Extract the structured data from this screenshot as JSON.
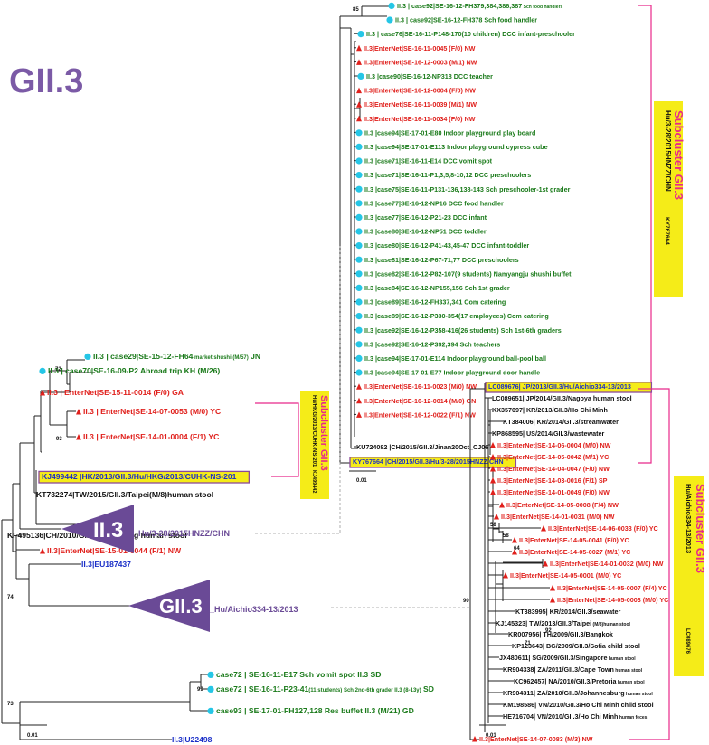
{
  "title": "GII.3",
  "colors": {
    "title": "#7b5aa6",
    "outbreak": "#1a7a1a",
    "enternet": "#e0201c",
    "reference": "#111111",
    "highlight_box": "#f5ec18",
    "box_border": "#8a4a9a",
    "subcluster": "#e8288a",
    "cyan_dot": "#25c6e6",
    "red_triangle": "#e0201c",
    "blue_ref": "#1a2fc8",
    "collapsed": "#6a4a96"
  },
  "scale_bars": {
    "left": "0.01",
    "right_top": "0.01",
    "right_bottom": "0.01"
  },
  "collapsed_clades": {
    "hu3": {
      "label": "II.3",
      "suffix": "_Hu/3-28/2015HNZZ/CHN"
    },
    "aichio": {
      "label": "GII.3",
      "suffix": "_Hu/Aichio334-13/2013"
    }
  },
  "subclusters": {
    "hu3": {
      "title": "Subcluster GII.3",
      "strain": "Hu/3-28/2015HNZZ/CHN",
      "acc": "KY767664"
    },
    "hkg": {
      "title": "Subcluster GII.3",
      "strain": "Hu/HKG/2013/CUHK-NS-201",
      "acc": "KJ499442"
    },
    "aichio": {
      "title": "Subcluster GII.3",
      "strain": "Hu/Aichio334-13/2013",
      "acc": "LC089676"
    }
  },
  "bootstraps": {
    "b85": "85",
    "b72": "72",
    "b93": "93",
    "b74": "74",
    "b73": "73",
    "b99": "99",
    "b90": "90",
    "b58": "58",
    "b64": "64",
    "b58b": "58",
    "b92": "92",
    "b71": "71"
  },
  "top_right_tips": [
    {
      "text": "II.3 | case92|SE-16-12-FH379,384,386,387",
      "small": " Sch food handlers",
      "type": "outbreak"
    },
    {
      "text": "II.3 | case92|SE-16-12-FH378 Sch food handler",
      "type": "outbreak"
    },
    {
      "text": "II.3 | case76|SE-16-11-P148-170(10 children) DCC infant-preschooler",
      "type": "outbreak"
    },
    {
      "text": "II.3|EnterNet|SE-16-11-0045 (F/0) NW",
      "type": "enternet"
    },
    {
      "text": "II.3|EnterNet|SE-16-12-0003 (M/1) NW",
      "type": "enternet"
    },
    {
      "text": "II.3 |case90|SE-16-12-NP318 DCC teacher",
      "type": "outbreak"
    },
    {
      "text": "II.3|EnterNet|SE-16-12-0004 (F/0) NW",
      "type": "enternet"
    },
    {
      "text": "II.3|EnterNet|SE-16-11-0039 (M/1) NW",
      "type": "enternet"
    },
    {
      "text": "II.3|EnterNet|SE-16-11-0034 (F/0) NW",
      "type": "enternet"
    },
    {
      "text": "II.3 |case94|SE-17-01-E80 Indoor playground play board",
      "type": "outbreak"
    },
    {
      "text": "II.3 |case94|SE-17-01-E113 Indoor playground cypress cube",
      "type": "outbreak"
    },
    {
      "text": "II.3 |case71|SE-16-11-E14 DCC vomit spot",
      "type": "outbreak"
    },
    {
      "text": "II.3 |case71|SE-16-11-P1,3,5,8-10,12 DCC preschoolers",
      "type": "outbreak"
    },
    {
      "text": "II.3 |case75|SE-16-11-P131-136,138-143 Sch preschooler-1st grader",
      "type": "outbreak"
    },
    {
      "text": "II.3 |case77|SE-16-12-NP16 DCC food handler",
      "type": "outbreak"
    },
    {
      "text": "II.3 |case77|SE-16-12-P21-23 DCC infant",
      "type": "outbreak"
    },
    {
      "text": "II.3 |case80|SE-16-12-NP51 DCC toddler",
      "type": "outbreak"
    },
    {
      "text": "II.3 |case80|SE-16-12-P41-43,45-47 DCC infant-toddler",
      "type": "outbreak"
    },
    {
      "text": "II.3 |case81|SE-16-12-P67-71,77 DCC preschoolers",
      "type": "outbreak"
    },
    {
      "text": "II.3 |case82|SE-16-12-P82-107(9 students) Namyangju shushi buffet",
      "type": "outbreak"
    },
    {
      "text": "II.3 |case84|SE-16-12-NP155,156 Sch 1st grader",
      "type": "outbreak"
    },
    {
      "text": "II.3 |case89|SE-16-12-FH337,341 Com catering",
      "type": "outbreak"
    },
    {
      "text": "II.3 |case89|SE-16-12-P330-354(17 employees) Com catering",
      "type": "outbreak"
    },
    {
      "text": "II.3 |case92|SE-16-12-P358-416(26 students) Sch 1st-6th graders",
      "type": "outbreak"
    },
    {
      "text": "II.3 |case92|SE-16-12-P392,394 Sch teachers",
      "type": "outbreak"
    },
    {
      "text": "II.3 |case94|SE-17-01-E114 Indoor playground ball-pool ball",
      "type": "outbreak"
    },
    {
      "text": "II.3 |case94|SE-17-01-E77 Indoor playground door handle",
      "type": "outbreak"
    },
    {
      "text": "II.3|EnterNet|SE-16-11-0023 (M/0) NW",
      "type": "enternet"
    },
    {
      "text": "II.3|EnterNet|SE-16-12-0014 (M/0) GN",
      "type": "enternet"
    },
    {
      "text": "II.3|EnterNet|SE-16-12-0022 (F/1) NW",
      "type": "enternet"
    },
    {
      "text": "KU724082 |CH/2015/GII.3/Jinan20Oct_CJ06",
      "type": "reference"
    },
    {
      "text": "KY767664 |CH/2015/GII.3/Hu/3-28/2015HNZZ/CHN",
      "type": "highlight"
    }
  ],
  "left_tips": [
    {
      "text": "II.3 | case29|SE-15-12-FH64",
      "small": " market shushi (M/57)",
      "tail": " JN",
      "type": "outbreak"
    },
    {
      "text": "II.3 | case70|SE-16-09-P2 Abroad trip KH (M/26)",
      "type": "outbreak"
    },
    {
      "text": "II.3 | EnterNet|SE-15-11-0014 (F/0) GA",
      "type": "enternet"
    },
    {
      "text": "II.3 | EnterNet|SE-14-07-0053 (M/0) YC",
      "type": "enternet"
    },
    {
      "text": "II.3 | EnterNet|SE-14-01-0004 (F/1) YC",
      "type": "enternet"
    },
    {
      "text": "KJ499442 |HK/2013/GII.3/Hu/HKG/2013/CUHK-NS-201",
      "type": "highlight"
    },
    {
      "text": "KT732274|TW/2015/GII.3/Taipei(M/8)human stool",
      "type": "reference"
    },
    {
      "text": "KF495136|CH/2010/GII.3/Chongqing human stool",
      "type": "reference"
    },
    {
      "text": "II.3|EnterNet|SE-15-01-0044 (F/1) NW",
      "type": "enternet"
    },
    {
      "text": "II.3|EU187437",
      "type": "blue"
    },
    {
      "text": "case72 | SE-16-11-E17 Sch vomit spot II.3  SD",
      "type": "outbreak"
    },
    {
      "text": "case72 | SE-16-11-P23-41",
      "small": "(11 students) Sch 2nd-6th grader II.3 (8-13y)",
      "tail": " SD",
      "type": "outbreak"
    },
    {
      "text": "case93 | SE-17-01-FH127,128 Res buffet II.3  (M/21) GD",
      "type": "outbreak"
    },
    {
      "text": "II.3|U22498",
      "type": "blue"
    }
  ],
  "right_bottom_tips": [
    {
      "text": "LC089676| JP/2013/GII.3/Hu/Aichio334-13/2013",
      "type": "highlight"
    },
    {
      "text": "LC089651| JP/2014/GII.3/Nagoya human stool",
      "type": "reference"
    },
    {
      "text": "KX357097| KR/2013/GII.3/Ho Chi Minh",
      "type": "reference"
    },
    {
      "text": "KT384006| KR/2014/GII.3/streamwater",
      "type": "reference"
    },
    {
      "text": "KP868595| US/2014/GII.3/wastewater",
      "type": "reference"
    },
    {
      "text": "II.3|EnterNet|SE-14-06-0004 (M/0) NW",
      "type": "enternet"
    },
    {
      "text": "II.3|EnterNet|SE-14-05-0042 (M/1) YC",
      "type": "enternet"
    },
    {
      "text": "II.3|EnterNet|SE-14-04-0047 (F/0) NW",
      "type": "enternet"
    },
    {
      "text": "II.3|EnterNet|SE-14-03-0016 (F/1) SP",
      "type": "enternet"
    },
    {
      "text": "II.3|EnterNet|SE-14-01-0049 (F/0) NW",
      "type": "enternet"
    },
    {
      "text": "II.3|EnterNet|SE-14-05-0008 (F/4) NW",
      "type": "enternet"
    },
    {
      "text": "II.3|EnterNet|SE-14-01-0031 (M/0) NW",
      "type": "enternet"
    },
    {
      "text": "II.3|EnterNet|SE-14-06-0033 (F/0) YC",
      "type": "enternet"
    },
    {
      "text": "II.3|EnterNet|SE-14-05-0041 (F/0) YC",
      "type": "enternet"
    },
    {
      "text": "II.3|EnterNet|SE-14-05-0027 (M/1) YC",
      "type": "enternet"
    },
    {
      "text": "II.3|EnterNet|SE-14-01-0032 (M/0) NW",
      "type": "enternet"
    },
    {
      "text": "II.3|EnterNet|SE-14-05-0001 (M/0) YC",
      "type": "enternet"
    },
    {
      "text": "II.3|EnterNet|SE-14-05-0007 (F/4) YC",
      "type": "enternet"
    },
    {
      "text": "II.3|EnterNet|SE-14-05-0003 (M/0) YC",
      "type": "enternet"
    },
    {
      "text": "KT383995| KR/2014/GII.3/seawater",
      "type": "reference"
    },
    {
      "text": "KJ145323| TW/2013/GII.3/Taipei",
      "small": " (M/8)human stool",
      "type": "reference"
    },
    {
      "text": "KR007956| TH/2009/GII.3/Bangkok",
      "type": "reference"
    },
    {
      "text": "KP123643| BG/2009/GII.3/Sofia child stool",
      "type": "reference"
    },
    {
      "text": "JX480611| SG/2009/GII.3/Singapore",
      "small": " human stool",
      "type": "reference"
    },
    {
      "text": "KR904338| ZA/2011/GII.3/Cape Town",
      "small": " human stool",
      "type": "reference"
    },
    {
      "text": "KC962457| NA/2010/GII.3/Pretoria",
      "small": " human stool",
      "type": "reference"
    },
    {
      "text": "KR904311| ZA/2010/GII.3/Johannesburg",
      "small": " human stool",
      "type": "reference"
    },
    {
      "text": "KM198586| VN/2010/GII.3/Ho Chi Minh child stool",
      "type": "reference"
    },
    {
      "text": "HE716704| VN/2010/GII.3/Ho Chi Minh",
      "small": " human feces",
      "type": "reference"
    },
    {
      "text": "II.3|EnterNet|SE-14-07-0083 (M/3) NW",
      "type": "enternet"
    }
  ]
}
